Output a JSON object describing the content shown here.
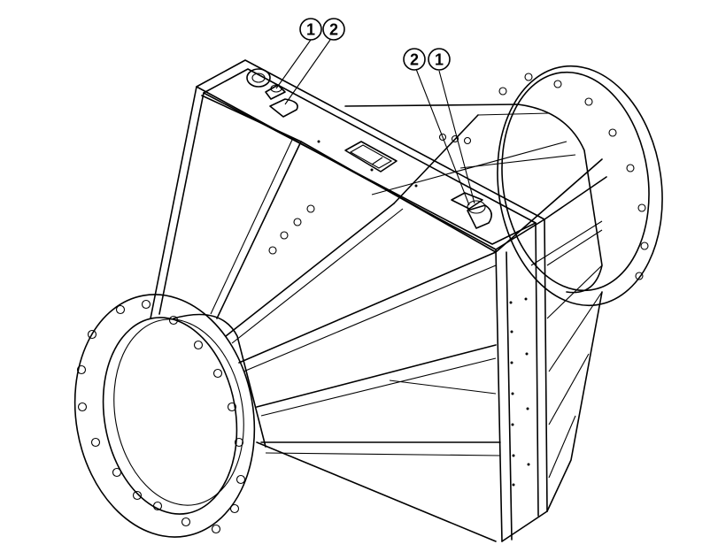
{
  "callouts": [
    {
      "id": "callout-1a",
      "label": "1"
    },
    {
      "id": "callout-2a",
      "label": "2"
    },
    {
      "id": "callout-2b",
      "label": "2"
    },
    {
      "id": "callout-1b",
      "label": "1"
    }
  ]
}
